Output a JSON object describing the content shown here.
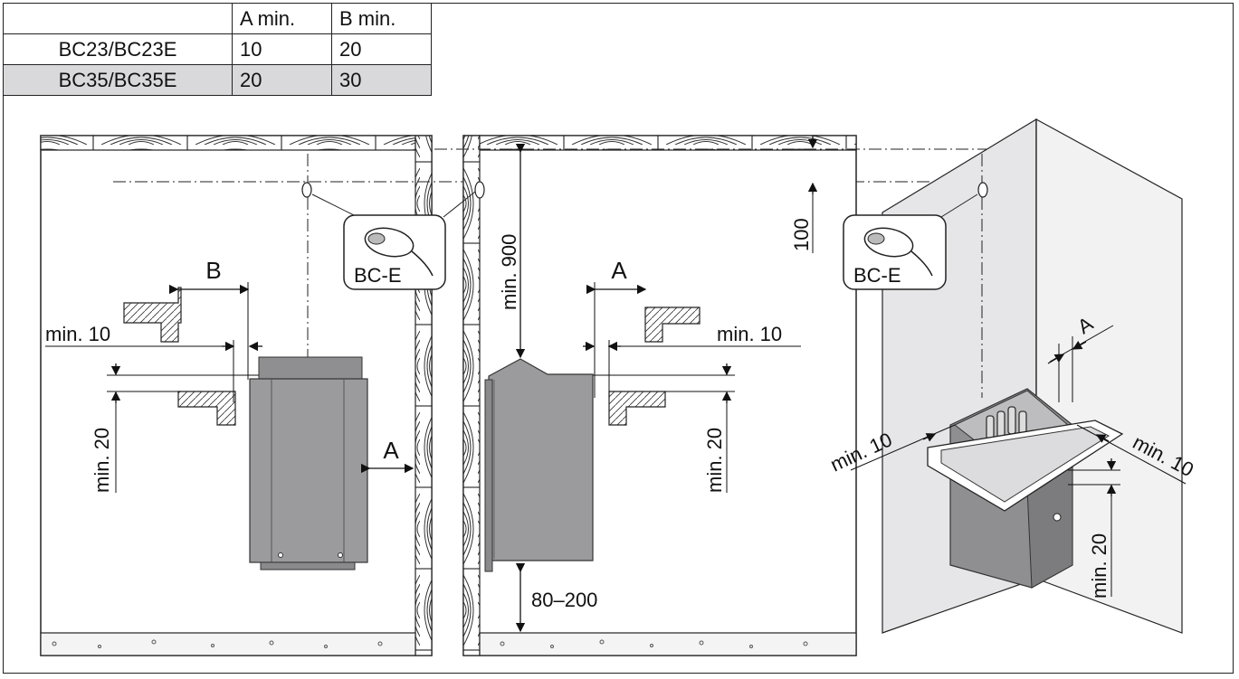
{
  "table": {
    "header": [
      "",
      "A min.",
      "B min."
    ],
    "rows": [
      {
        "model": "BC23/BC23E",
        "a": "10",
        "b": "20"
      },
      {
        "model": "BC35/BC35E",
        "a": "20",
        "b": "30"
      }
    ]
  },
  "labels": {
    "b": "B",
    "a": "A",
    "min10": "min. 10",
    "min20": "min. 20",
    "min900": "min. 900",
    "d100": "100",
    "d80_200": "80–200",
    "bce": "BC-E"
  },
  "colors": {
    "heater_body": "#9b9b9d",
    "heater_dark": "#7c7c7e",
    "wall_3d": "#e6e6e8",
    "table_shade": "#d9d9db"
  },
  "icons": [
    "control-unit-icon",
    "wood-grain-pattern",
    "heater-icon"
  ]
}
